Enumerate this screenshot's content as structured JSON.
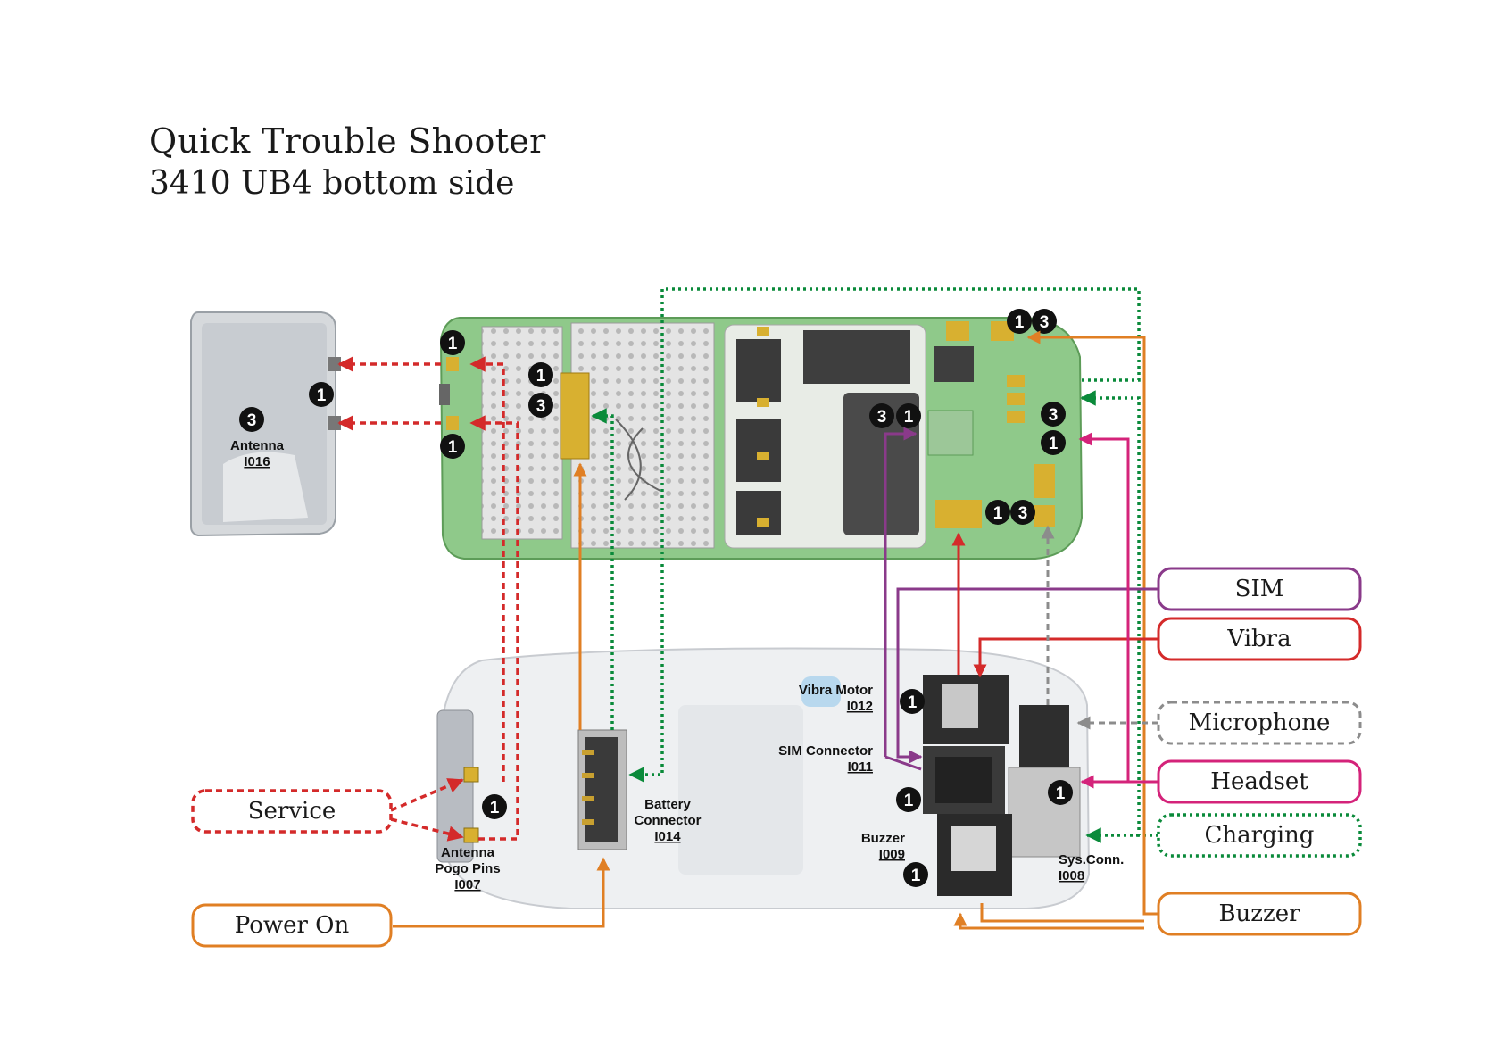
{
  "title": "Quick Trouble Shooter",
  "subtitle": "3410 UB4 bottom side",
  "colors": {
    "red": "#d42a2a",
    "green": "#0a8a3a",
    "orange": "#e07f24",
    "purple": "#8a3a8a",
    "magenta": "#d4237a",
    "gray": "#8c8c8c",
    "board_green": "#8fc98a",
    "shield": "#dcdcdc"
  },
  "components": {
    "antenna": {
      "name": "Antenna",
      "ref": "I016"
    },
    "pogo": {
      "name_line1": "Antenna",
      "name_line2": "Pogo Pins",
      "ref": "I007"
    },
    "battery": {
      "name_line1": "Battery",
      "name_line2": "Connector",
      "ref": "I014"
    },
    "vibra_motor": {
      "name": "Vibra Motor",
      "ref": "I012"
    },
    "sim_connector": {
      "name": "SIM Connector",
      "ref": "I011"
    },
    "buzzer": {
      "name": "Buzzer",
      "ref": "I009"
    },
    "sys_conn": {
      "name": "Sys.Conn.",
      "ref": "I008"
    }
  },
  "callouts": {
    "service": "Service",
    "power_on": "Power On",
    "sim": "SIM",
    "vibra": "Vibra",
    "microphone": "Microphone",
    "headset": "Headset",
    "charging": "Charging",
    "buzzer": "Buzzer"
  },
  "markers": {
    "one": "1",
    "three": "3"
  }
}
